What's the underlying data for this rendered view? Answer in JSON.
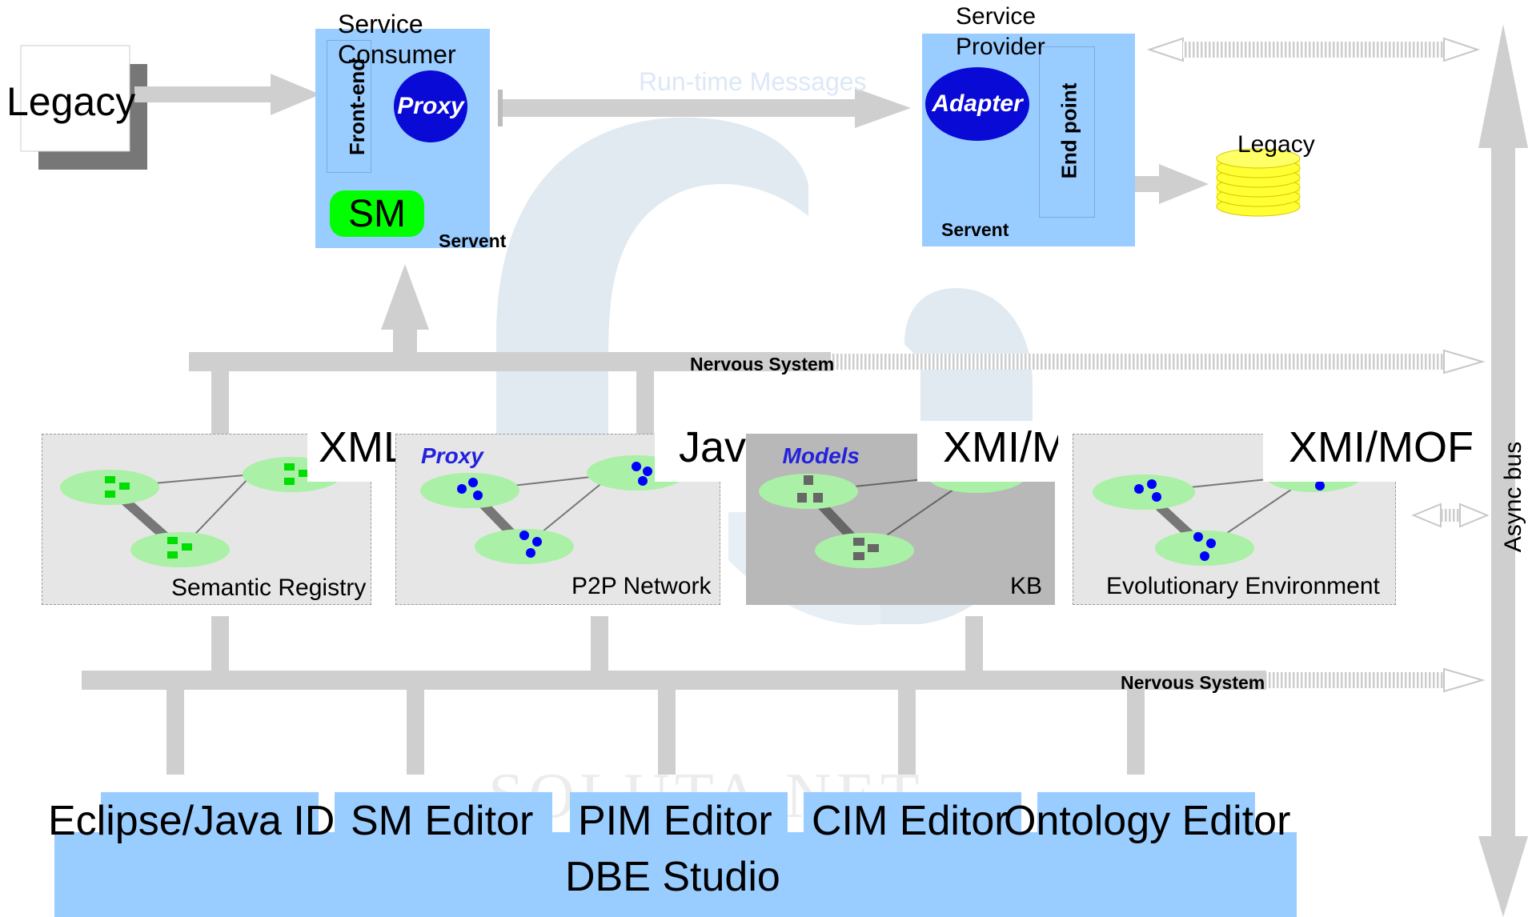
{
  "diagram": {
    "watermark": {
      "run_time_messages": "Run-time Messages",
      "company": "SOLUTA.NET"
    },
    "legacy_left": "Legacy",
    "consumer": {
      "title_line1": "Service",
      "title_line2": "Consumer",
      "front_end": "Front-end",
      "proxy": "Proxy",
      "sm": "SM",
      "servent": "Servent"
    },
    "provider": {
      "title_line1": "Service",
      "title_line2": "Provider",
      "adapter": "Adapter",
      "end_point": "End point",
      "servent": "Servent"
    },
    "legacy_right": "Legacy",
    "nervous_system_top": "Nervous System",
    "nervous_system_bottom": "Nervous System",
    "async_bus": "Async bus",
    "panels": [
      {
        "label": "Semantic Registry",
        "tag": "XML"
      },
      {
        "label": "P2P Network",
        "tag": "Java",
        "overlay": "Proxy"
      },
      {
        "label": "KB",
        "tag": "XMI/MOF",
        "overlay": "Models"
      },
      {
        "label": "Evolutionary Environment",
        "tag": "XMI/MOF"
      }
    ],
    "editors": [
      "Eclipse/Java IDE",
      "SM Editor",
      "PIM Editor",
      "CIM Editor",
      "Ontology Editor"
    ],
    "studio": "DBE Studio",
    "colors": {
      "box_blue": "#99ccff",
      "oval_blue": "#0a0ad6",
      "sm_green": "#00ff00",
      "node_green": "#aaf0a6",
      "legacy_yellow": "#ffff33",
      "arrow_gray": "#cfcfcf"
    }
  }
}
